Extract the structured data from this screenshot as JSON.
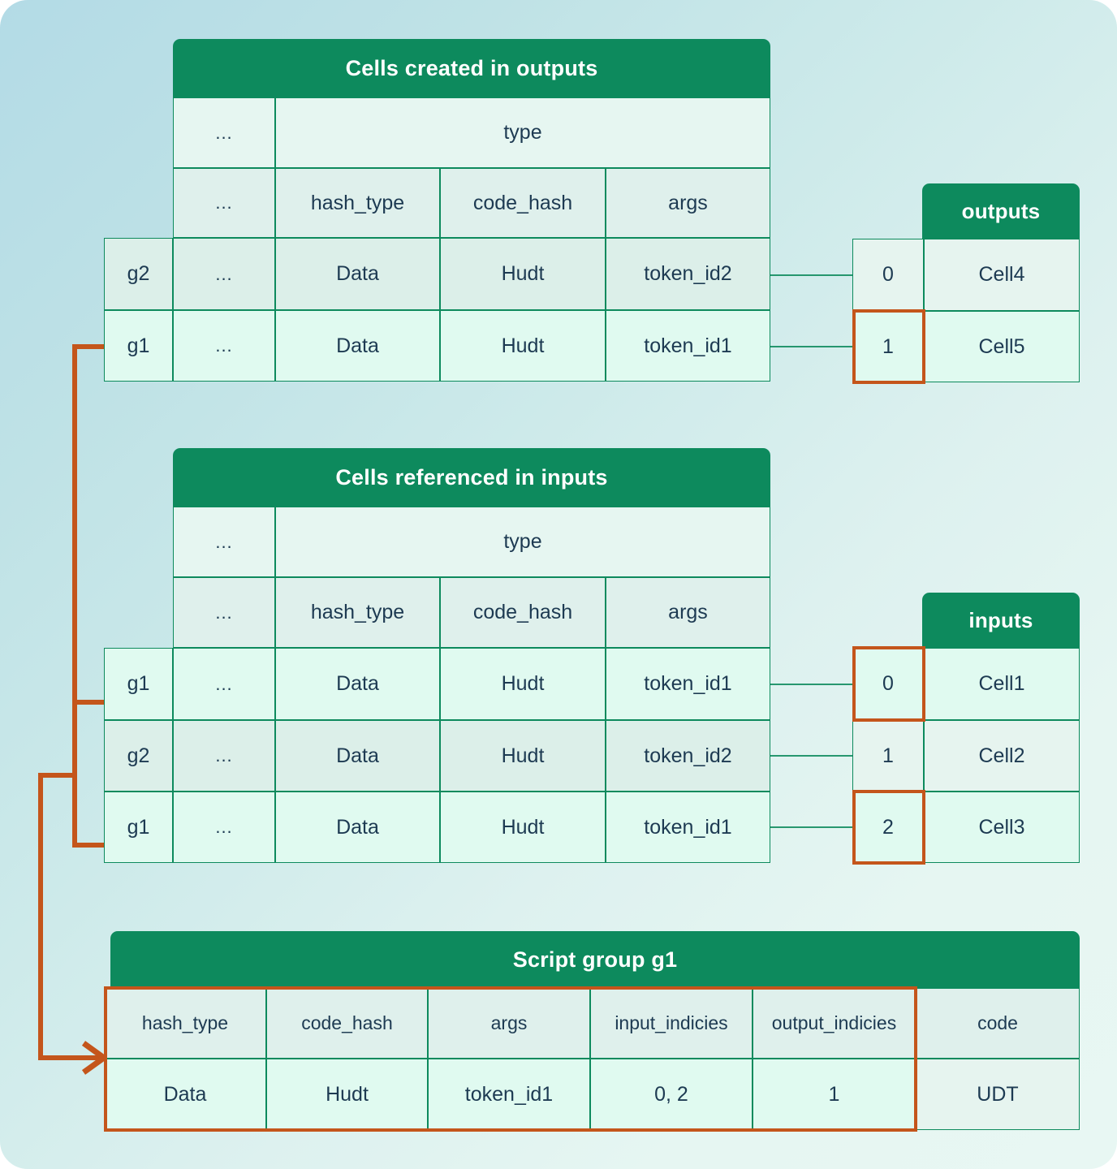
{
  "theme": {
    "header_green": "#0d8a5d",
    "highlight_orange": "#c4551b",
    "text_navy": "#1d3a52",
    "row_light": "#e0faf0",
    "row_alt": "#dcefe9"
  },
  "outputs_cells_table": {
    "title": "Cells created in outputs",
    "group_col_header": "",
    "top_headers": {
      "ellipsis": "...",
      "type": "type"
    },
    "sub_headers": {
      "ellipsis": "...",
      "hash_type": "hash_type",
      "code_hash": "code_hash",
      "args": "args"
    },
    "rows": [
      {
        "group": "g2",
        "ellipsis": "...",
        "hash_type": "Data",
        "code_hash": "Hudt",
        "args": "token_id2"
      },
      {
        "group": "g1",
        "ellipsis": "...",
        "hash_type": "Data",
        "code_hash": "Hudt",
        "args": "token_id1"
      }
    ]
  },
  "outputs_index_table": {
    "title": "outputs",
    "rows": [
      {
        "index": "0",
        "cell": "Cell4",
        "highlighted": false
      },
      {
        "index": "1",
        "cell": "Cell5",
        "highlighted": true
      }
    ]
  },
  "inputs_cells_table": {
    "title": "Cells referenced in inputs",
    "top_headers": {
      "ellipsis": "...",
      "type": "type"
    },
    "sub_headers": {
      "ellipsis": "...",
      "hash_type": "hash_type",
      "code_hash": "code_hash",
      "args": "args"
    },
    "rows": [
      {
        "group": "g1",
        "ellipsis": "...",
        "hash_type": "Data",
        "code_hash": "Hudt",
        "args": "token_id1"
      },
      {
        "group": "g2",
        "ellipsis": "...",
        "hash_type": "Data",
        "code_hash": "Hudt",
        "args": "token_id2"
      },
      {
        "group": "g1",
        "ellipsis": "...",
        "hash_type": "Data",
        "code_hash": "Hudt",
        "args": "token_id1"
      }
    ]
  },
  "inputs_index_table": {
    "title": "inputs",
    "rows": [
      {
        "index": "0",
        "cell": "Cell1",
        "highlighted": true
      },
      {
        "index": "1",
        "cell": "Cell2",
        "highlighted": false
      },
      {
        "index": "2",
        "cell": "Cell3",
        "highlighted": true
      }
    ]
  },
  "script_group_table": {
    "title": "Script group g1",
    "columns": [
      "hash_type",
      "code_hash",
      "args",
      "input_indicies",
      "output_indicies",
      "code"
    ],
    "row": [
      "Data",
      "Hudt",
      "token_id1",
      "0, 2",
      "1",
      "UDT"
    ]
  }
}
